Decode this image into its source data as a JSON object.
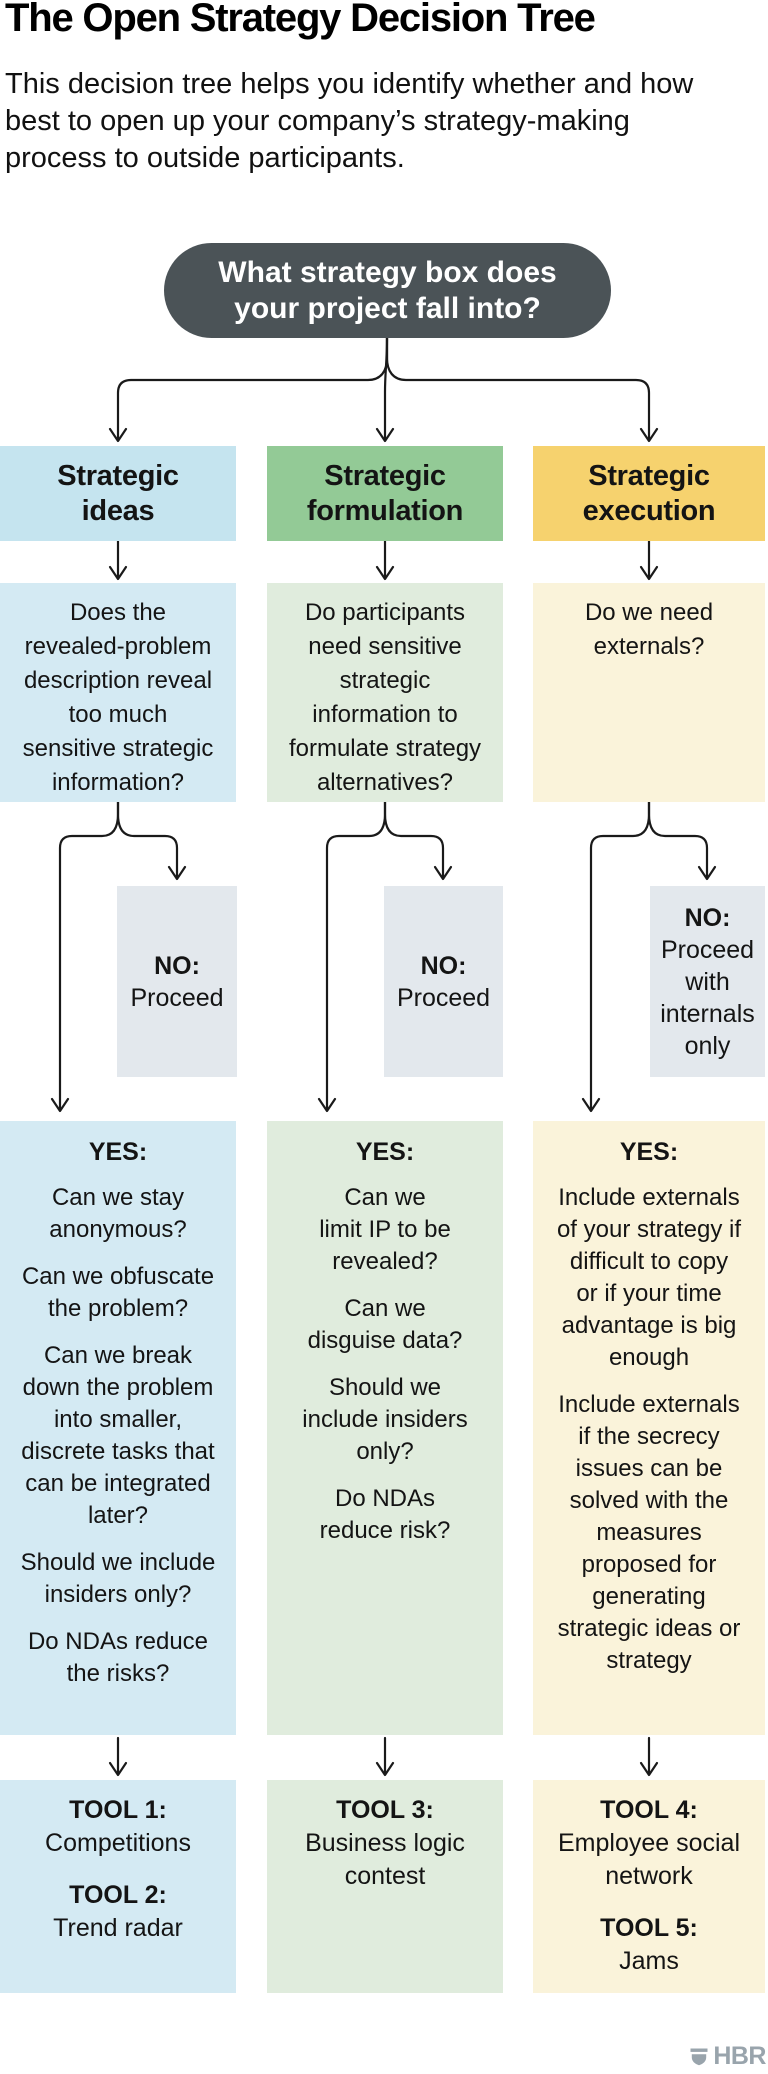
{
  "title": "The Open Strategy Decision Tree",
  "subtitle": "This decision tree helps you identify whether and how\nbest to open up your company’s strategy-making\nprocess to outside participants.",
  "root": {
    "question": "What strategy box does\nyour project fall into?",
    "color": "#4b5357"
  },
  "no_box_color": "#e3e8ed",
  "columns": [
    {
      "header": "Strategic\nideas",
      "colors": {
        "header": "#c5e4ef",
        "body": "#d4eaf3"
      },
      "question": "Does the\nrevealed-problem\ndescription reveal\ntoo much\nsensitive strategic\ninformation?",
      "no": {
        "label": "NO:",
        "text": "Proceed"
      },
      "yes": {
        "label": "YES:",
        "items": [
          "Can we stay\nanonymous?",
          "Can we obfuscate\nthe problem?",
          "Can we break\ndown the problem\ninto smaller,\ndiscrete tasks that\ncan be integrated\nlater?",
          "Should we include\ninsiders only?",
          "Do NDAs reduce\nthe risks?"
        ]
      },
      "tools": [
        {
          "label": "TOOL 1:",
          "name": "Competitions"
        },
        {
          "label": "TOOL 2:",
          "name": "Trend radar"
        }
      ]
    },
    {
      "header": "Strategic\nformulation",
      "colors": {
        "header": "#93ca96",
        "body": "#e0ecdd"
      },
      "question": "Do participants\nneed sensitive\nstrategic\ninformation to\nformulate strategy\nalternatives?",
      "no": {
        "label": "NO:",
        "text": "Proceed"
      },
      "yes": {
        "label": "YES:",
        "items": [
          "Can we\nlimit IP to be\nrevealed?",
          "Can we\ndisguise data?",
          "Should we\ninclude insiders\nonly?",
          "Do NDAs\nreduce risk?"
        ]
      },
      "tools": [
        {
          "label": "TOOL 3:",
          "name": "Business logic\ncontest"
        }
      ]
    },
    {
      "header": "Strategic\nexecution",
      "colors": {
        "header": "#f6d26e",
        "body": "#faf3da"
      },
      "question": "Do we need\nexternals?",
      "no": {
        "label": "NO:",
        "text": "Proceed\nwith\ninternals\nonly"
      },
      "yes": {
        "label": "YES:",
        "items": [
          "Include externals\nof your strategy if\ndifficult to copy\nor if your time\nadvantage is big\nenough",
          "Include externals\nif the secrecy\nissues can be\nsolved with the\nmeasures\nproposed for\ngenerating\nstrategic ideas or\nstrategy"
        ]
      },
      "tools": [
        {
          "label": "TOOL 4:",
          "name": "Employee social\nnetwork"
        },
        {
          "label": "TOOL 5:",
          "name": "Jams"
        }
      ]
    }
  ],
  "brand": {
    "logo_text": "HBR",
    "color": "#99a4ac"
  }
}
